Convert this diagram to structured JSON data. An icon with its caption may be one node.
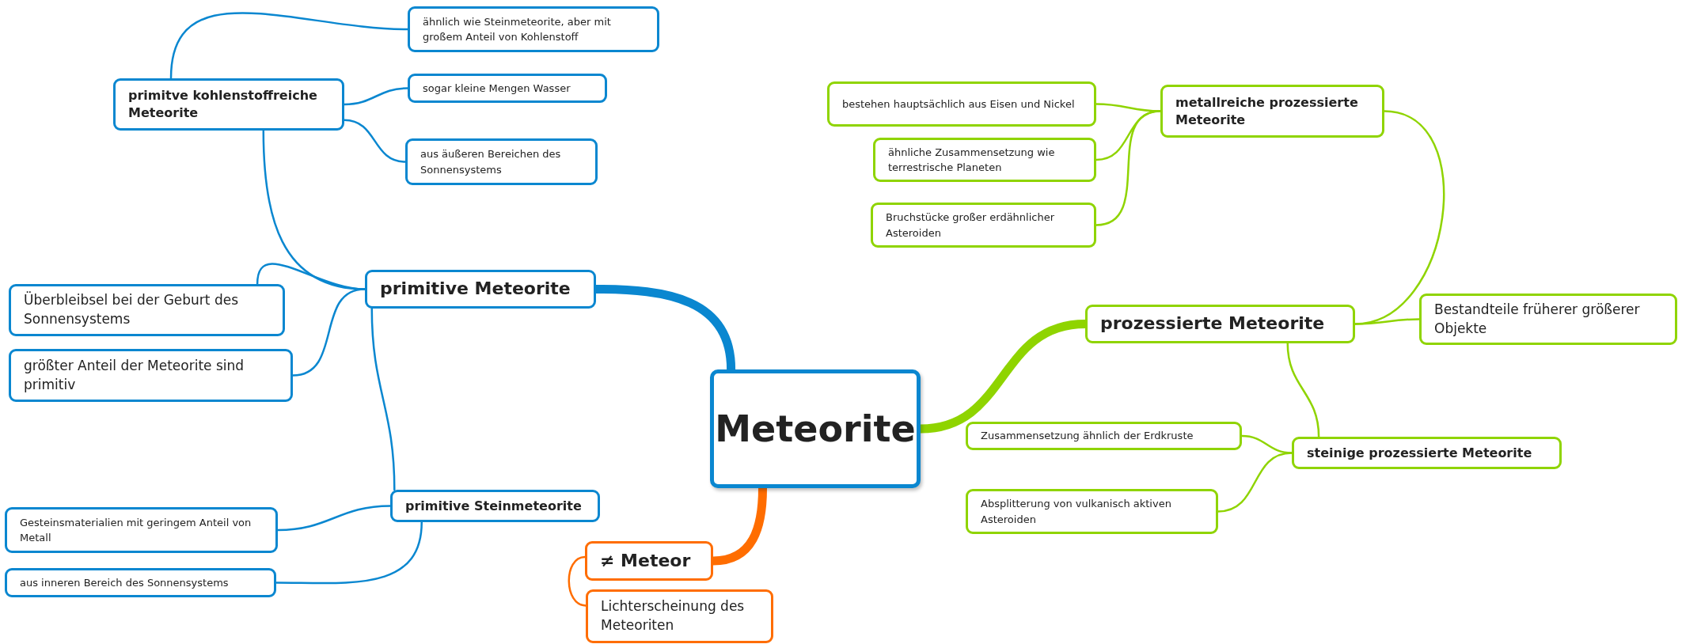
{
  "diagram": {
    "nodes": [
      {
        "text": [
          "Meteorite"
        ]
      },
      {
        "text": [
          "primitive Meteorite"
        ]
      },
      {
        "text": [
          "primitve kohlenstoffreiche Meteorite"
        ]
      },
      {
        "text": [
          "ähnlich wie Steinmeteorite, aber mit großem Anteil von Kohlenstoff"
        ]
      },
      {
        "text": [
          "sogar kleine Mengen Wasser"
        ]
      },
      {
        "text": [
          "aus äußeren Bereichen des Sonnensystems"
        ]
      },
      {
        "text": [
          "Überbleibsel bei der Geburt des Sonnensystems"
        ]
      },
      {
        "text": [
          "größter Anteil der Meteorite sind primitiv"
        ]
      },
      {
        "text": [
          "primitive Steinmeteorite"
        ]
      },
      {
        "text": [
          "Gesteinsmaterialien mit geringem Anteil von Metall"
        ]
      },
      {
        "text": [
          "aus inneren Bereich des Sonnensystems"
        ]
      },
      {
        "text": [
          "≠ Meteor"
        ]
      },
      {
        "text": [
          "Lichterscheinung des Meteoriten"
        ]
      },
      {
        "text": [
          "prozessierte Meteorite"
        ]
      },
      {
        "text": [
          "metallreiche prozessierte Meteorite"
        ]
      },
      {
        "text": [
          "bestehen hauptsächlich aus Eisen und Nickel"
        ]
      },
      {
        "text": [
          "ähnliche Zusammensetzung wie terrestrische Planeten"
        ]
      },
      {
        "text": [
          "Bruchstücke großer erdähnlicher Asteroiden"
        ]
      },
      {
        "text": [
          "Bestandteile früherer größerer Objekte"
        ]
      },
      {
        "text": [
          "steinige prozessierte Meteorite"
        ]
      },
      {
        "text": [
          "Zusammensetzung ähnlich der Erdkruste"
        ]
      },
      {
        "text": [
          "Absplitterung von vulkanisch aktiven Asteroiden"
        ]
      }
    ],
    "edges": [
      {
        "from": 0,
        "to": 1,
        "arrow": "none",
        "style": "thick"
      },
      {
        "from": 1,
        "to": 2,
        "arrow": "none"
      },
      {
        "from": 2,
        "to": 3,
        "arrow": "none"
      },
      {
        "from": 2,
        "to": 4,
        "arrow": "none"
      },
      {
        "from": 2,
        "to": 5,
        "arrow": "none"
      },
      {
        "from": 1,
        "to": 6,
        "arrow": "none"
      },
      {
        "from": 1,
        "to": 7,
        "arrow": "none"
      },
      {
        "from": 1,
        "to": 8,
        "arrow": "none"
      },
      {
        "from": 8,
        "to": 9,
        "arrow": "none"
      },
      {
        "from": 8,
        "to": 10,
        "arrow": "none"
      },
      {
        "from": 0,
        "to": 11,
        "arrow": "none",
        "style": "thick",
        "color": "#ff6d00"
      },
      {
        "from": 11,
        "to": 12,
        "arrow": "none",
        "color": "#ff6d00"
      },
      {
        "from": 0,
        "to": 13,
        "arrow": "none",
        "style": "thick",
        "color": "#8fd400"
      },
      {
        "from": 13,
        "to": 14,
        "arrow": "none",
        "color": "#8fd400"
      },
      {
        "from": 14,
        "to": 15,
        "arrow": "none",
        "color": "#8fd400"
      },
      {
        "from": 14,
        "to": 16,
        "arrow": "none",
        "color": "#8fd400"
      },
      {
        "from": 14,
        "to": 17,
        "arrow": "none",
        "color": "#8fd400"
      },
      {
        "from": 13,
        "to": 18,
        "arrow": "none",
        "color": "#8fd400"
      },
      {
        "from": 13,
        "to": 19,
        "arrow": "none",
        "color": "#8fd400"
      },
      {
        "from": 19,
        "to": 20,
        "arrow": "none",
        "color": "#8fd400"
      },
      {
        "from": 19,
        "to": 21,
        "arrow": "none",
        "color": "#8fd400"
      }
    ]
  }
}
